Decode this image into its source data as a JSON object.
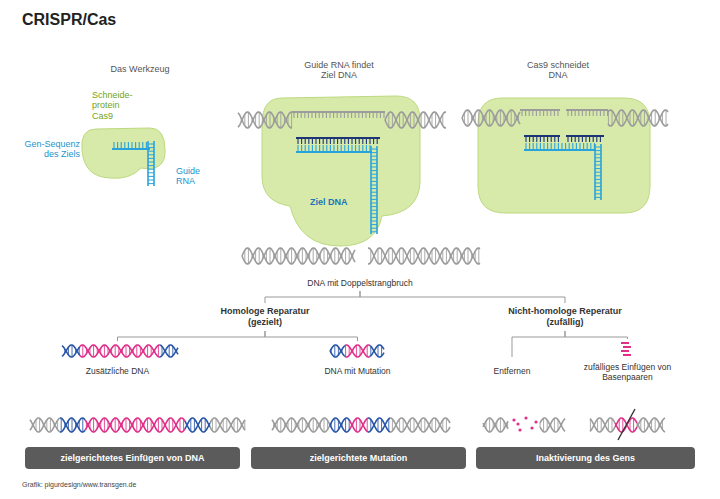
{
  "diagram": {
    "title": "CRISPR/Cas",
    "nodes": [
      {
        "text": [
          "DNA mit Doppelstrangbruch"
        ]
      },
      {
        "text": [
          "Homologe Reparatur (gezielt)"
        ]
      },
      {
        "text": [
          "Nicht-homologe Reperatur (zufällig)"
        ]
      },
      {
        "text": [
          "Zusätzliche DNA"
        ]
      },
      {
        "text": [
          "DNA mit Mutation"
        ]
      },
      {
        "text": [
          "Entfernen"
        ]
      },
      {
        "text": [
          "zufälliges Einfügen von Basenpaaren"
        ]
      },
      {
        "text": [
          "zielgerichtetes Einfügen von DNA"
        ]
      },
      {
        "text": [
          "zielgerichtete Mutation"
        ]
      },
      {
        "text": [
          "Inaktivierung des Gens"
        ]
      }
    ],
    "edges": [
      {
        "from": 0,
        "to": 1,
        "arrow": "none"
      },
      {
        "from": 0,
        "to": 2,
        "arrow": "none"
      },
      {
        "from": 1,
        "to": 3,
        "arrow": "none"
      },
      {
        "from": 1,
        "to": 4,
        "arrow": "none"
      },
      {
        "from": 2,
        "to": 5,
        "arrow": "none"
      },
      {
        "from": 2,
        "to": 6,
        "arrow": "none"
      }
    ],
    "labels": [
      "Das Werkzeug",
      "Schneide-protein Cas9",
      "Gen-Sequenz des Ziels",
      "Guide RNA",
      "Guide RNA findet Ziel DNA",
      "Ziel DNA",
      "Cas9 schneidet DNA",
      "Grafik: pigurdesign/www.transgen.de"
    ]
  }
}
